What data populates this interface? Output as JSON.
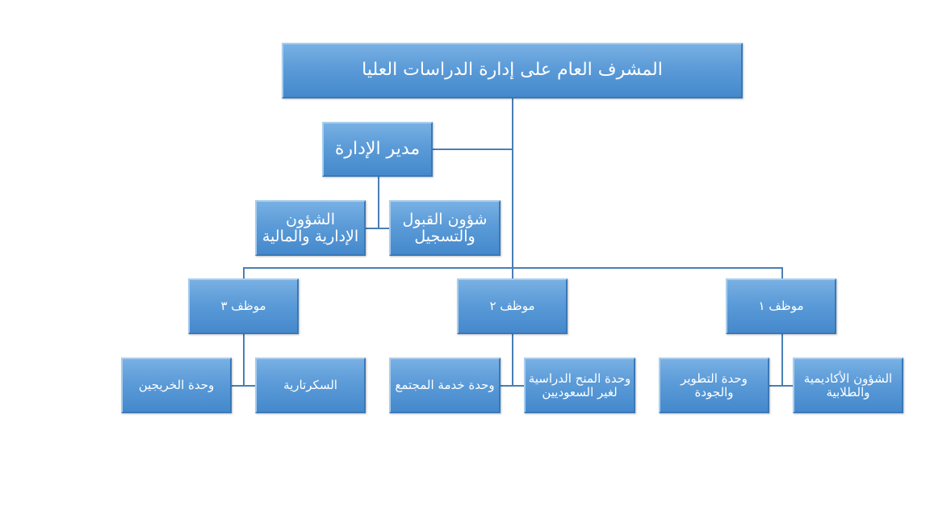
{
  "root": {
    "label": "المشرف العام على إدارة الدراسات العليا"
  },
  "manager": {
    "label": "مدير الإدارة",
    "children": [
      "الشؤون الإدارية والمالية",
      "شؤون القبول والتسجيل"
    ]
  },
  "staff": [
    {
      "label": "موظف ٣",
      "children": [
        "وحدة الخريجين",
        "السكرتارية"
      ]
    },
    {
      "label": "موظف ٢",
      "children": [
        "وحدة خدمة المجتمع",
        "وحدة المنح الدراسية لغير السعوديين"
      ]
    },
    {
      "label": "موظف ١",
      "children": [
        "وحدة التطوير والجودة",
        "الشؤون الأكاديمية والطلابية"
      ]
    }
  ]
}
